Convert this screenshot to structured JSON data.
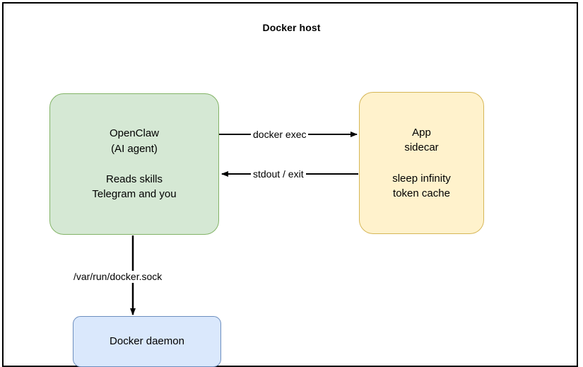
{
  "diagram": {
    "title": "Docker host",
    "colors": {
      "frame_border": "#000000",
      "openclaw_fill": "#d5e8d4",
      "openclaw_stroke": "#82b366",
      "sidecar_fill": "#fff2cc",
      "sidecar_stroke": "#d6b656",
      "daemon_fill": "#dae8fc",
      "daemon_stroke": "#6c8ebf",
      "edge_stroke": "#000000",
      "text": "#000000"
    },
    "nodes": {
      "openclaw": {
        "name": "OpenClaw",
        "subtitle": "(AI agent)",
        "detail_line1": "Reads skills",
        "detail_line2": "Telegram and you"
      },
      "sidecar": {
        "name": "App",
        "subtitle": "sidecar",
        "detail_line1": "sleep infinity",
        "detail_line2": "token cache"
      },
      "daemon": {
        "name": "Docker daemon"
      }
    },
    "edges": {
      "exec": "docker exec",
      "stdout": "stdout / exit",
      "socket": "/var/run/docker.sock"
    }
  }
}
